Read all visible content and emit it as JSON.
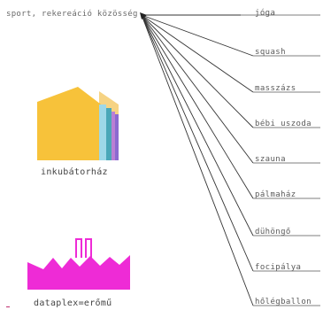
{
  "hub_title": "sport, rekereáció közösség",
  "items": [
    "jóga",
    "squash",
    "masszázs",
    "bébi uszoda",
    "szauna",
    "pálmaház",
    "dühöngő",
    "focipálya",
    "hőlégballon"
  ],
  "captions": {
    "house": "inkubátorház",
    "factory": "dataplex=erőmű"
  },
  "colors": {
    "house_yellow": "#f7c23a",
    "factory_magenta": "#ee2bd6",
    "line": "#333333",
    "label_underline": "#555555"
  }
}
